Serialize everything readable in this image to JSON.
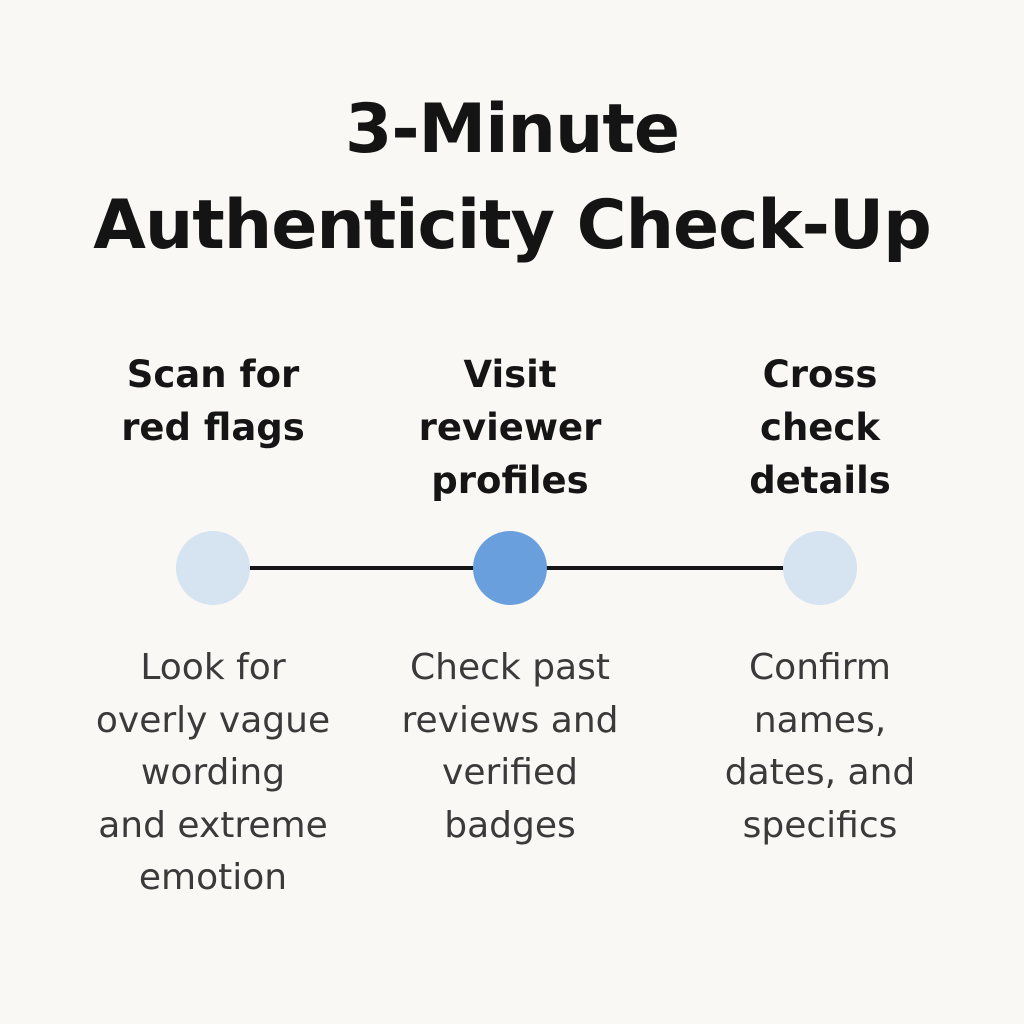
{
  "title": {
    "line1": "3-Minute",
    "line2": "Authenticity Check-Up"
  },
  "steps": [
    {
      "heading": [
        "Scan for",
        "red flags"
      ],
      "description": [
        "Look for",
        "overly vague",
        "wording",
        "and extreme",
        "emotion"
      ],
      "node_color": "#d6e3f0",
      "active": false
    },
    {
      "heading": [
        "Visit",
        "reviewer",
        "profiles"
      ],
      "description": [
        "Check past",
        "reviews and",
        "verified",
        "badges"
      ],
      "node_color": "#6a9fdd",
      "active": true
    },
    {
      "heading": [
        "Cross",
        "check",
        "details"
      ],
      "description": [
        "Confirm",
        "names,",
        "dates, and",
        "specifics"
      ],
      "node_color": "#d6e3f0",
      "active": false
    }
  ],
  "colors": {
    "background": "#f9f8f5",
    "line": "#161616",
    "node_inactive": "#d6e3f0",
    "node_active": "#6a9fdd"
  }
}
